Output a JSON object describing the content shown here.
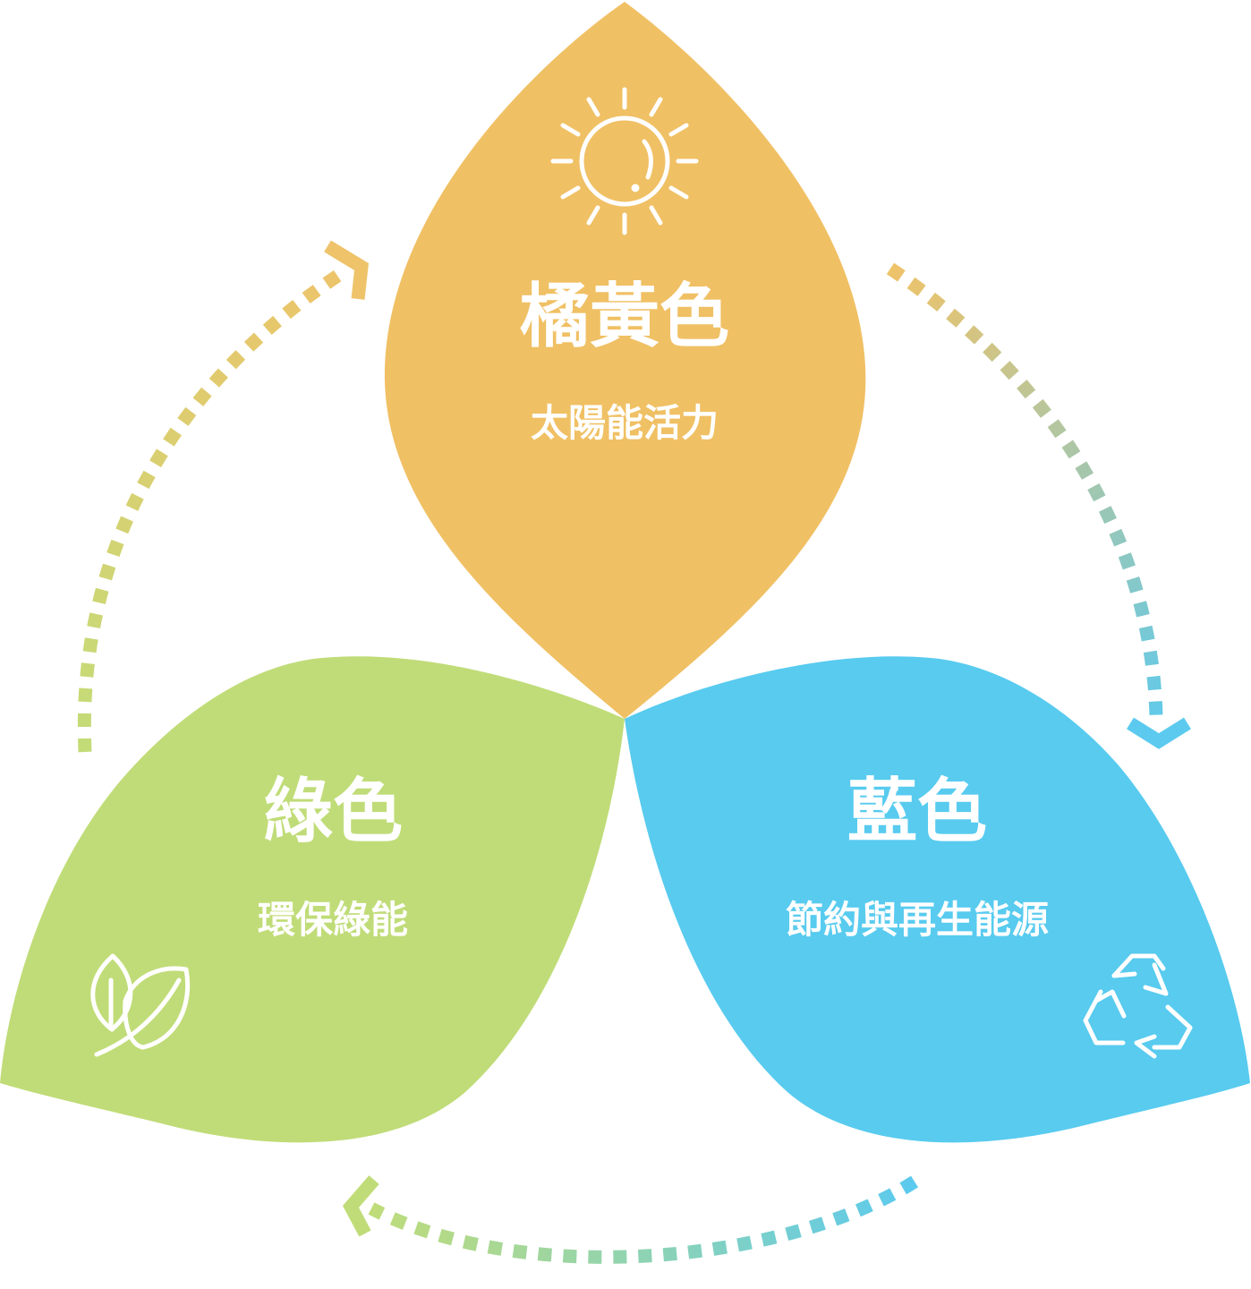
{
  "colors": {
    "orange": "#f0c064",
    "green": "#c0dc78",
    "blue": "#58cbef",
    "background": "#ffffff",
    "text": "#ffffff"
  },
  "petals": {
    "orange": {
      "title": "橘黃色",
      "subtitle": "太陽能活力",
      "icon": "sun-icon"
    },
    "green": {
      "title": "綠色",
      "subtitle": "環保綠能",
      "icon": "leaf-icon"
    },
    "blue": {
      "title": "藍色",
      "subtitle": "節約與再生能源",
      "icon": "recycle-icon"
    }
  },
  "cycle_arrows": [
    {
      "from": "green",
      "to": "orange",
      "icon": "chevron-right-icon"
    },
    {
      "from": "orange",
      "to": "blue",
      "icon": "chevron-down-icon"
    },
    {
      "from": "blue",
      "to": "green",
      "icon": "chevron-left-icon"
    }
  ]
}
